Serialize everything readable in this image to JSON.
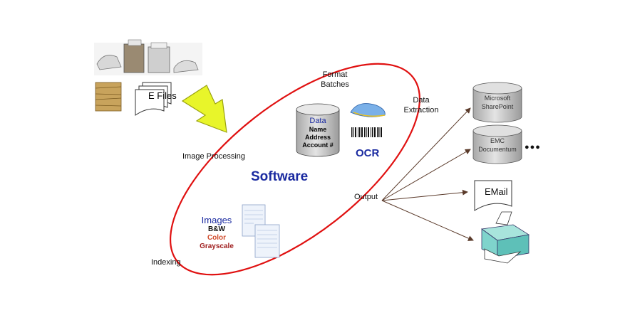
{
  "labels": {
    "e_files": "E Files",
    "format_batches": [
      "Format",
      "Batches"
    ],
    "data_extraction": [
      "Data",
      "Extraction"
    ],
    "image_processing": "Image Processing",
    "software": "Software",
    "output": "Output",
    "indexing": "Indexing",
    "ocr": "OCR"
  },
  "data_db": {
    "title": "Data",
    "fields": [
      "Name",
      "Address",
      "Account #"
    ]
  },
  "images_block": {
    "title": "Images",
    "modes": [
      {
        "label": "B&W",
        "color": "#111111"
      },
      {
        "label": "Color",
        "color": "#d04a2a"
      },
      {
        "label": "Grayscale",
        "color": "#a02020"
      }
    ]
  },
  "outputs": {
    "sharepoint": [
      "Microsoft",
      "SharePoint"
    ],
    "documentum": [
      "EMC",
      "Documentum"
    ],
    "more": "●●●",
    "email": "EMail"
  },
  "colors": {
    "loop": "#e01010",
    "software_text": "#1a2aa0",
    "ocr_text": "#1a2aa0",
    "arrow_fill": "#e8f52a",
    "arrow_stroke": "#9aa210",
    "cylinder_fill": "#c9c9c9",
    "printer": "#7fd4cc"
  }
}
